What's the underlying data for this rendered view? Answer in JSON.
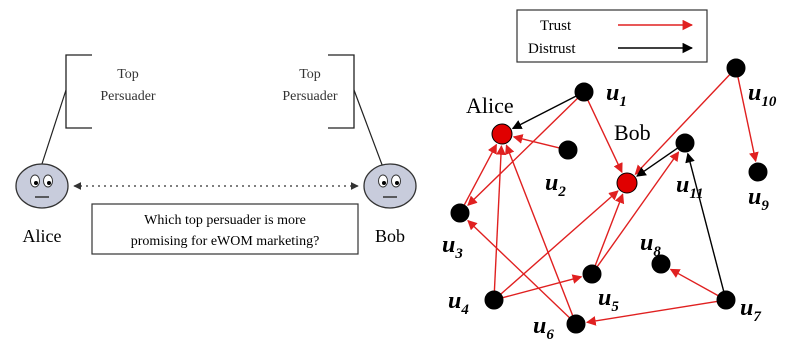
{
  "left_panel": {
    "alice_label": "Alice",
    "bob_label": "Bob",
    "left_bracket": {
      "line1": "Top",
      "line2": "Persuader"
    },
    "right_bracket": {
      "line1": "Top",
      "line2": "Persuader"
    },
    "question": {
      "line1": "Which top persuader is more",
      "line2": "promising for eWOM marketing?"
    }
  },
  "legend": {
    "trust_label": "Trust",
    "distrust_label": "Distrust",
    "trust_color": "#e02020",
    "distrust_color": "#000000"
  },
  "colors": {
    "node_default": "#000000",
    "node_highlight": "#e00000",
    "face_fill": "#c8ccdc"
  },
  "network": {
    "nodes": [
      {
        "id": "u1",
        "label": "u",
        "sub": "1"
      },
      {
        "id": "u2",
        "label": "u",
        "sub": "2"
      },
      {
        "id": "u3",
        "label": "u",
        "sub": "3"
      },
      {
        "id": "u4",
        "label": "u",
        "sub": "4"
      },
      {
        "id": "u5",
        "label": "u",
        "sub": "5"
      },
      {
        "id": "u6",
        "label": "u",
        "sub": "6"
      },
      {
        "id": "u7",
        "label": "u",
        "sub": "7"
      },
      {
        "id": "u8",
        "label": "u",
        "sub": "8"
      },
      {
        "id": "u9",
        "label": "u",
        "sub": "9"
      },
      {
        "id": "u10",
        "label": "u",
        "sub": "10"
      },
      {
        "id": "u11",
        "label": "u",
        "sub": "11"
      },
      {
        "id": "alice",
        "label": "Alice",
        "sub": "",
        "highlight": true
      },
      {
        "id": "bob",
        "label": "Bob",
        "sub": "",
        "highlight": true
      }
    ],
    "edges": [
      {
        "from": "u1",
        "to": "alice",
        "type": "distrust"
      },
      {
        "from": "u1",
        "to": "u3",
        "type": "trust"
      },
      {
        "from": "u1",
        "to": "bob",
        "type": "trust"
      },
      {
        "from": "u2",
        "to": "alice",
        "type": "trust"
      },
      {
        "from": "u3",
        "to": "alice",
        "type": "trust"
      },
      {
        "from": "u4",
        "to": "alice",
        "type": "trust"
      },
      {
        "from": "u4",
        "to": "bob",
        "type": "trust"
      },
      {
        "from": "u4",
        "to": "u5",
        "type": "trust"
      },
      {
        "from": "u5",
        "to": "bob",
        "type": "trust"
      },
      {
        "from": "u5",
        "to": "u11",
        "type": "trust"
      },
      {
        "from": "u6",
        "to": "alice",
        "type": "trust"
      },
      {
        "from": "u6",
        "to": "u3",
        "type": "trust"
      },
      {
        "from": "u7",
        "to": "u6",
        "type": "trust"
      },
      {
        "from": "u7",
        "to": "u8",
        "type": "trust"
      },
      {
        "from": "u7",
        "to": "u11",
        "type": "distrust"
      },
      {
        "from": "u10",
        "to": "u9",
        "type": "trust"
      },
      {
        "from": "u10",
        "to": "bob",
        "type": "trust"
      },
      {
        "from": "u11",
        "to": "bob",
        "type": "distrust"
      }
    ]
  }
}
